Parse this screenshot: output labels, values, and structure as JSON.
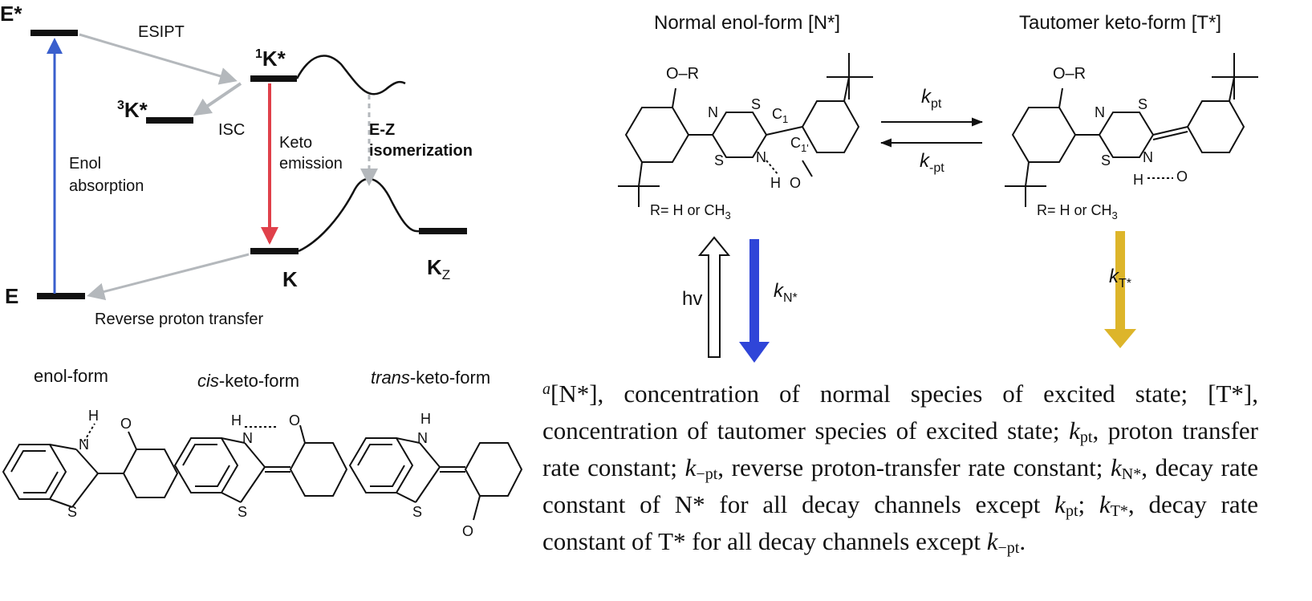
{
  "left": {
    "E_star": "E*",
    "E": "E",
    "K1_sup": "1",
    "K1_base": "K*",
    "K3_sup": "3",
    "K3_base": "K*",
    "K": "K",
    "Kz_base": "K",
    "Kz_sub": "Z",
    "esipt": "ESIPT",
    "isc": "ISC",
    "keto_1": "Keto",
    "keto_2": "emission",
    "enol_1": "Enol",
    "enol_2": "absorption",
    "ez_1": "E-Z",
    "ez_2": "isomerization",
    "reverse": "Reverse proton transfer"
  },
  "forms": {
    "enol": "enol-form",
    "cis_italic": "cis",
    "cis_rest": "-keto-form",
    "trans_italic": "trans",
    "trans_rest": "-keto-form"
  },
  "right": {
    "normal_title": "Normal enol-form   [N*]",
    "tautomer_title": "Tautomer keto-form   [T*]",
    "r_label": "R= H  or CH",
    "r_sub": "3",
    "k": "k",
    "kpt_sub": "pt",
    "kmpt_sub": "-pt",
    "kn_sub": "N*",
    "kt_sub": "T*",
    "hv": "hv",
    "or": "O–R",
    "c1": "C",
    "c1_sub": "1",
    "c1p_sub": "1'",
    "atom_N": "N",
    "atom_S": "S",
    "atom_O": "O",
    "atom_H": "H"
  },
  "caption": {
    "sup": "a",
    "p1": "[N*], concentration of normal species of excited state; [T*], concentration of tautomer species of excited state; ",
    "k": "k",
    "pt": "pt",
    "p2": ", proton transfer rate constant; ",
    "mpt": "−pt",
    "p3": ", reverse proton-transfer rate constant; ",
    "n": "N*",
    "p4": ", decay rate constant of N* for all decay channels except ",
    "p5": "; ",
    "t": "T*",
    "p6": ", decay rate constant of T* for all decay channels except ",
    "p7": "."
  },
  "colors": {
    "absorption": "#3a5fcd",
    "emission": "#e0404a",
    "gray_arrow": "#b4b8bc",
    "kn_arrow": "#2f45d8",
    "kt_arrow": "#ddb52a"
  }
}
